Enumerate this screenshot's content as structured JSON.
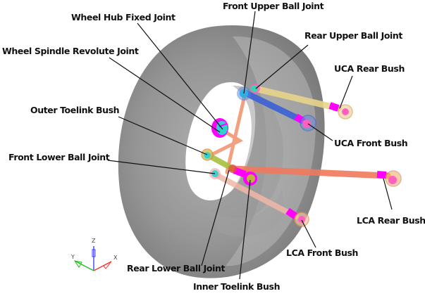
{
  "diagram": {
    "title": "Double wishbone suspension joints and bushings",
    "labels": {
      "wheel_hub_fixed_joint": "Wheel Hub Fixed Joint",
      "wheel_spindle_revolute_joint": "Wheel Spindle Revolute Joint",
      "outer_toelink_bush": "Outer Toelink Bush",
      "front_lower_ball_joint": "Front Lower Ball Joint",
      "front_upper_ball_joint": "Front Upper Ball Joint",
      "rear_upper_ball_joint": "Rear Upper Ball Joint",
      "uca_rear_bush": "UCA Rear Bush",
      "uca_front_bush": "UCA Front Bush",
      "lca_rear_bush": "LCA  Rear Bush",
      "lca_front_bush": "LCA  Front Bush",
      "rear_lower_ball_joint": "Rear Lower Ball Joint",
      "inner_toelink_bush": "Inner Toelink Bush"
    },
    "axes": {
      "x": "X",
      "y": "Y",
      "z": "Z"
    },
    "colors": {
      "tire": "#8a8a8a",
      "uca_rear_arm": "#e8d48a",
      "uca_front_arm": "#3a62d6",
      "lca_rear_arm": "#f07a5e",
      "lca_front_arm": "#f0b8a8",
      "toelink": "#a8c040",
      "upright": "#f0906a",
      "bush_sleeve": "#ff00ff",
      "joint_sphere": "#30d0d0",
      "axis_x": "#ff3030",
      "axis_y": "#20c020",
      "axis_z": "#4040ff"
    }
  }
}
